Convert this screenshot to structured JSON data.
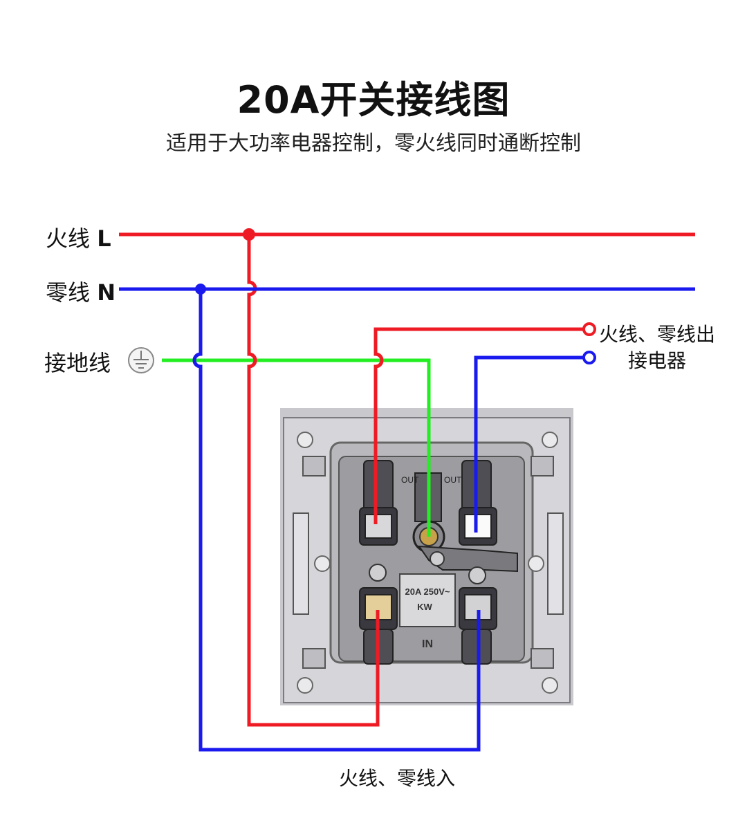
{
  "title": "20A开关接线图",
  "subtitle": "适用于大功率电器控制，零火线同时通断控制",
  "wires": {
    "live": {
      "name": "火线",
      "code": "L",
      "color": "#ee1b24"
    },
    "neutral": {
      "name": "零线",
      "code": "N",
      "color": "#1a1aee"
    },
    "earth": {
      "name": "接地线",
      "color": "#22ee22"
    }
  },
  "output_label": {
    "line1": "火线、零线出",
    "line2": "接电器"
  },
  "input_label": "火线、零线入",
  "switch": {
    "rating_line1": "20A 250V~",
    "rating_line2": "KW",
    "terminal_out_left": "OUT",
    "terminal_out_right": "OUT",
    "terminal_in": "IN"
  }
}
